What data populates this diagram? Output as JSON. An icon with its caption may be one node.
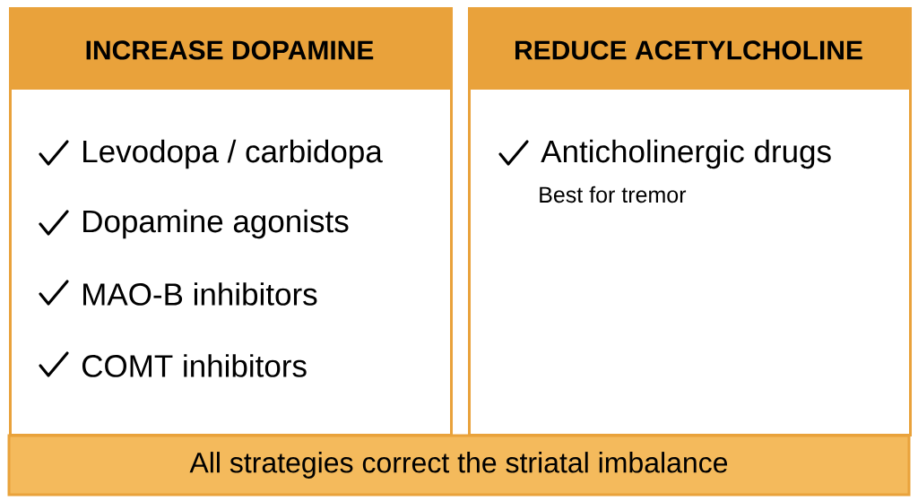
{
  "diagram": {
    "nodes": [
      {
        "text": [
          "INCREASE DOPAMINE",
          "Levodopa / carbidopa",
          "Dopamine agonists",
          "MAO-B inhibitors",
          "COMT inhibitors"
        ]
      },
      {
        "text": [
          "REDUCE ACETYLCHOLINE",
          "Anticholinergic drugs",
          "Best for tremor"
        ]
      },
      {
        "text": [
          "All strategies correct the striatal imbalance"
        ]
      }
    ]
  }
}
